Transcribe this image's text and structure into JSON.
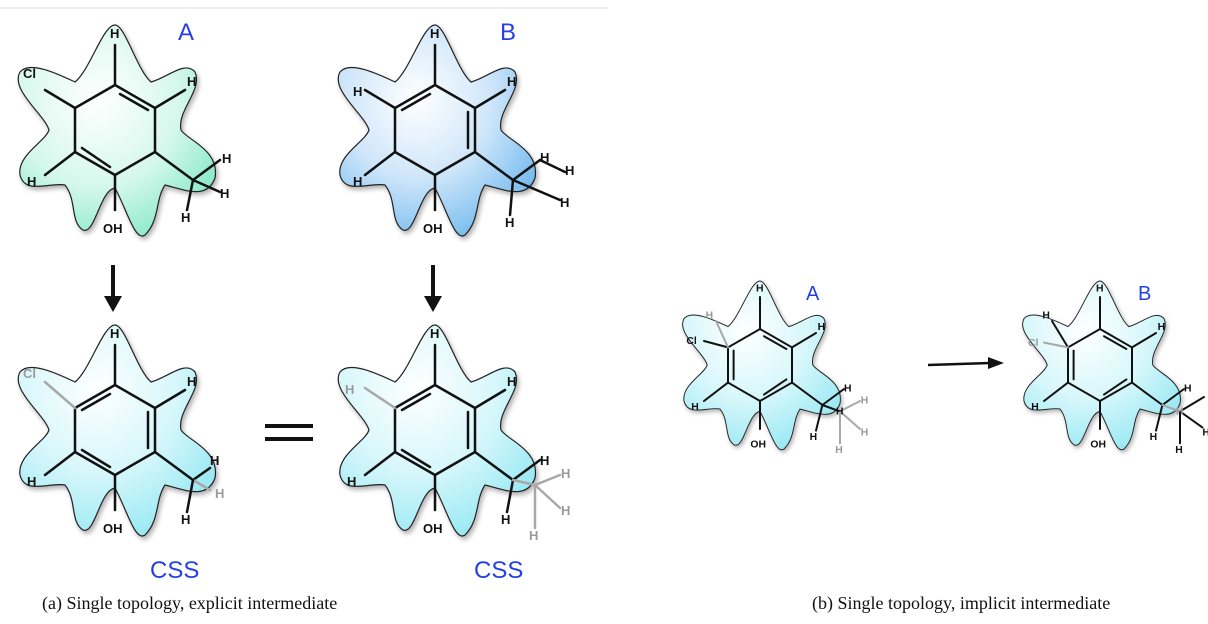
{
  "panel_a": {
    "molecule_a_label": "A",
    "molecule_b_label": "B",
    "css_label_left": "CSS",
    "css_label_right": "CSS",
    "equals_sign": "=",
    "caption": "(a)  Single topology, explicit intermediate"
  },
  "panel_b": {
    "molecule_a_label": "A",
    "molecule_b_label": "B",
    "caption": "(b)  Single topology, implicit intermediate"
  },
  "atoms": {
    "H": "H",
    "Cl": "Cl",
    "OH": "OH"
  },
  "colors": {
    "label_blue": "#2440e6",
    "blob_green": "#7fe8c4",
    "blob_blue": "#6ab6ec",
    "blob_cyan": "#8ee6f2",
    "dummy_atom_grey": "#9a9a9a"
  }
}
